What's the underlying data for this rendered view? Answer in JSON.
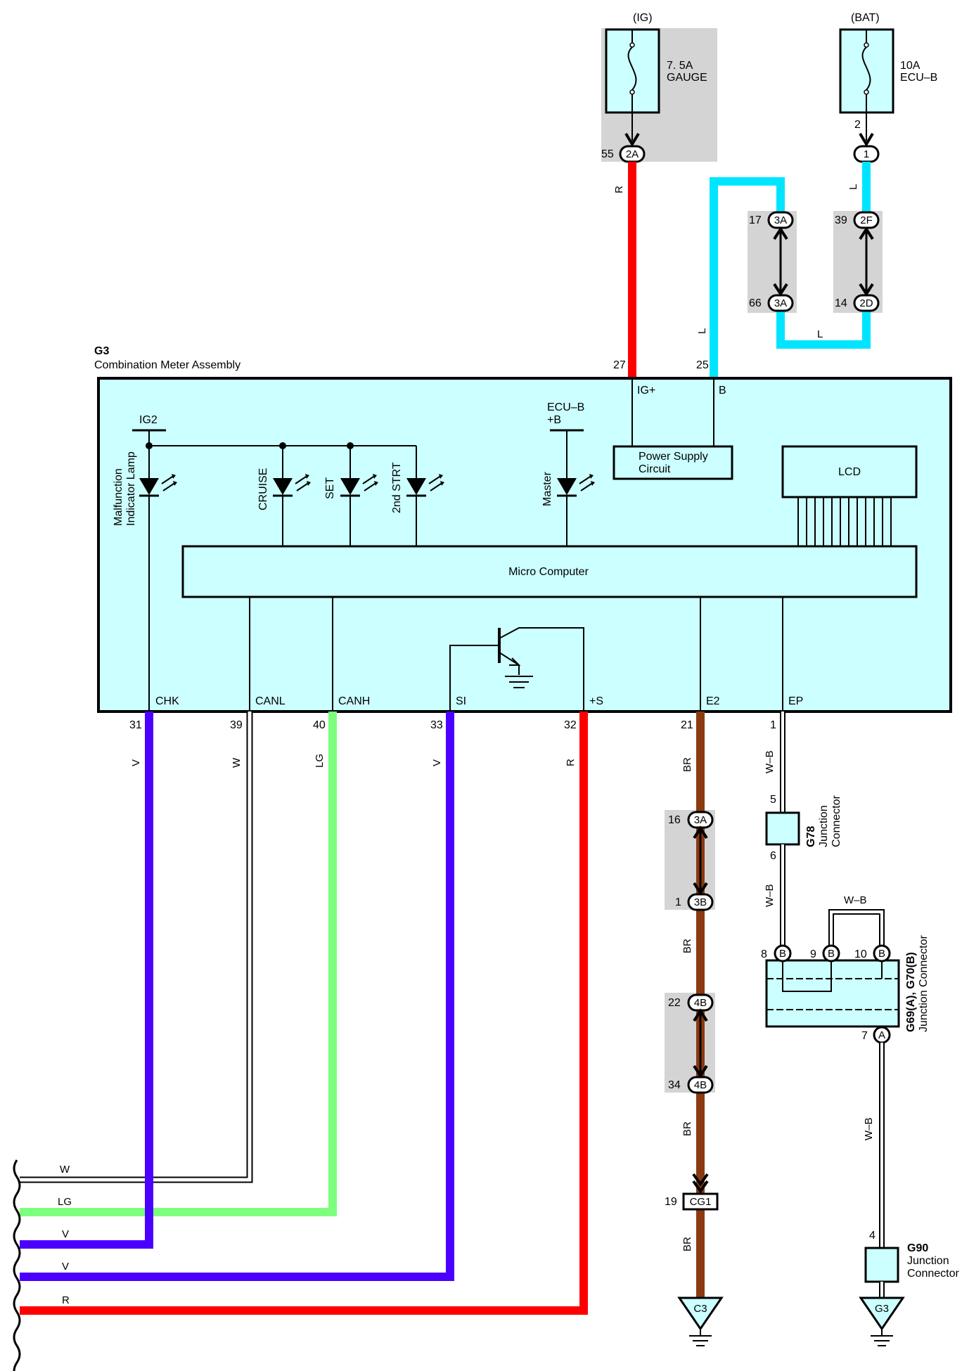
{
  "supplies": {
    "ig": "(IG)",
    "bat": "(BAT)",
    "fuse_gauge_amp": "7. 5A",
    "fuse_gauge_name": "GAUGE",
    "fuse_ecub_amp": "10A",
    "fuse_ecub_name": "ECU–B"
  },
  "meter": {
    "id": "G3",
    "name": "Combination Meter Assembly",
    "terminals": {
      "ig_plus": "IG+",
      "b": "B",
      "ig2": "IG2",
      "ecub_line1": "ECU–B",
      "ecub_line2": "+B",
      "chk": "CHK",
      "canl": "CANL",
      "canh": "CANH",
      "si": "SI",
      "plus_s": "+S",
      "e2": "E2",
      "ep": "EP"
    },
    "lamps": {
      "malfunction_line1": "Malfunction",
      "malfunction_line2": "Indicator Lamp",
      "cruise": "CRUISE",
      "set": "SET",
      "strt": "2nd STRT",
      "master": "Master"
    },
    "power_supply_line1": "Power Supply",
    "power_supply_line2": "Circuit",
    "lcd": "LCD",
    "micro": "Micro Computer"
  },
  "connectors": {
    "c2A": "2A",
    "c1": "1",
    "c3A": "3A",
    "c2F": "2F",
    "c2D": "2D",
    "c3B": "3B",
    "c4B": "4B",
    "cCG1": "CG1",
    "cB": "B",
    "cA": "A",
    "gC3": "C3",
    "gG3": "G3"
  },
  "pins": {
    "p55": "55",
    "p2": "2",
    "p17": "17",
    "p66": "66",
    "p39top": "39",
    "p14": "14",
    "p27": "27",
    "p25": "25",
    "p31": "31",
    "p39": "39",
    "p40": "40",
    "p33": "33",
    "p32": "32",
    "p21": "21",
    "p1": "1",
    "p16": "16",
    "p1b": "1",
    "p22": "22",
    "p34": "34",
    "p19": "19",
    "p5": "5",
    "p6": "6",
    "p8": "8",
    "p9": "9",
    "p10": "10",
    "p7": "7",
    "p4": "4"
  },
  "wires": {
    "r": "R",
    "l": "L",
    "v": "V",
    "w": "W",
    "lg": "LG",
    "br": "BR",
    "wb": "W–B"
  },
  "junctions": {
    "g78_id": "G78",
    "g78_line1": "Junction",
    "g78_line2": "Connector",
    "g69_id": "G69(A), G70(B)",
    "g69_line1": "Junction Connector",
    "g90_id": "G90",
    "g90_line1": "Junction",
    "g90_line2": "Connector"
  },
  "colors": {
    "red": "#ff0000",
    "cyan": "#00e5ff",
    "violet": "#4b00ff",
    "lightgreen": "#7dff7d",
    "brown": "#8b3a0f",
    "box_fill": "#ccffff",
    "shade": "#d4d4d4"
  }
}
